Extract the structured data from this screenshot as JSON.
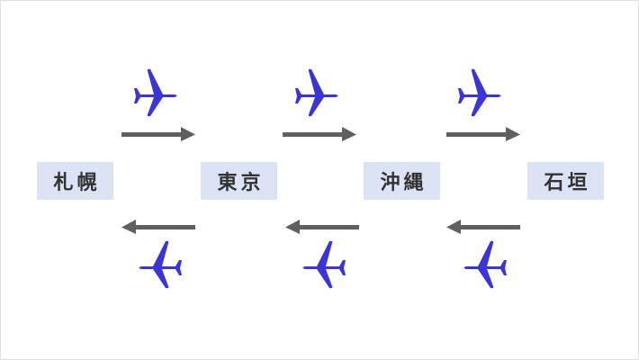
{
  "cities": [
    {
      "name": "札幌"
    },
    {
      "name": "東京"
    },
    {
      "name": "沖縄"
    },
    {
      "name": "石垣"
    }
  ],
  "colors": {
    "plane": "#3b35d6",
    "arrow": "#5f5f5f",
    "label_bg": "#dbe3f5"
  },
  "routes": [
    {
      "from": "札幌",
      "to": "東京",
      "directions": [
        "outbound",
        "return"
      ]
    },
    {
      "from": "東京",
      "to": "沖縄",
      "directions": [
        "outbound",
        "return"
      ]
    },
    {
      "from": "沖縄",
      "to": "石垣",
      "directions": [
        "outbound",
        "return"
      ]
    }
  ]
}
